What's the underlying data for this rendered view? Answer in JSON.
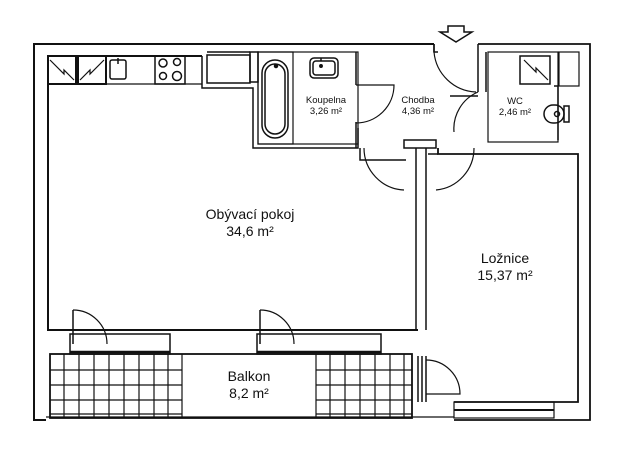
{
  "plan": {
    "entrance_arrow": "entrance-arrow-icon",
    "rooms": [
      {
        "id": "obyvaci-pokoj",
        "name": "Obývací pokoj",
        "area": "34,6 m²"
      },
      {
        "id": "loznice",
        "name": "Ložnice",
        "area": "15,37 m²"
      },
      {
        "id": "koupelna",
        "name": "Koupelna",
        "area": "3,26 m²"
      },
      {
        "id": "chodba",
        "name": "Chodba",
        "area": "4,36 m²"
      },
      {
        "id": "wc",
        "name": "WC",
        "area": "2,46 m²"
      },
      {
        "id": "balkon",
        "name": "Balkon",
        "area": "8,2 m²"
      }
    ],
    "fixtures": [
      "kitchen-counter",
      "kitchen-sink",
      "cooktop",
      "bathtub",
      "washbasin",
      "toilet",
      "shafts"
    ]
  }
}
